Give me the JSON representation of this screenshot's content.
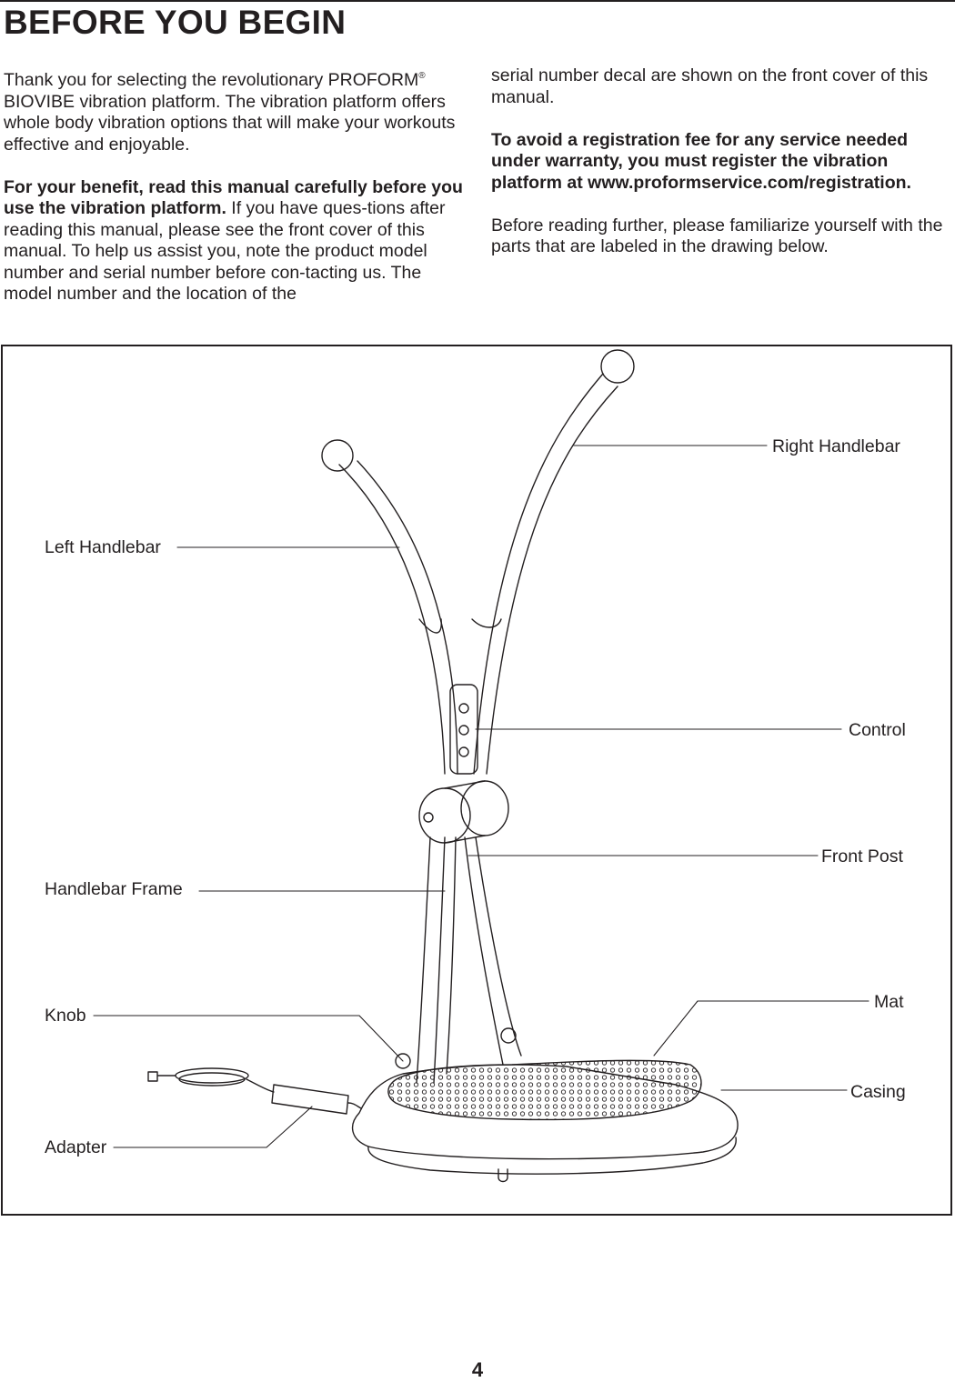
{
  "heading": "BEFORE YOU BEGIN",
  "left_column": {
    "p1": {
      "text_a": "Thank you for selecting the revolutionary PROFORM",
      "reg_mark": "®",
      "text_b": " BIOVIBE vibration platform. The vibration platform offers whole body vibration options that will make your workouts effective and enjoyable."
    },
    "p2": {
      "bold": "For your benefit, read this manual carefully before you use the vibration platform.",
      "normal": " If you have ques-tions after reading this manual, please see the front cover of this manual. To help us assist you, note the product model number and serial number before con-tacting us. The model number and the location of the"
    }
  },
  "right_column": {
    "p1": "serial number decal are shown on the front cover of this manual.",
    "p2_bold": "To avoid a registration fee for any service needed under warranty, you must register the vibration platform at www.proformservice.com/registration.",
    "p3": "Before reading further, please familiarize yourself with the parts that are labeled in the drawing below."
  },
  "diagram": {
    "labels": {
      "right_handlebar": "Right Handlebar",
      "left_handlebar": "Left Handlebar",
      "control": "Control",
      "front_post": "Front Post",
      "handlebar_frame": "Handlebar Frame",
      "knob": "Knob",
      "mat": "Mat",
      "casing": "Casing",
      "adapter": "Adapter"
    }
  },
  "page_number": "4"
}
